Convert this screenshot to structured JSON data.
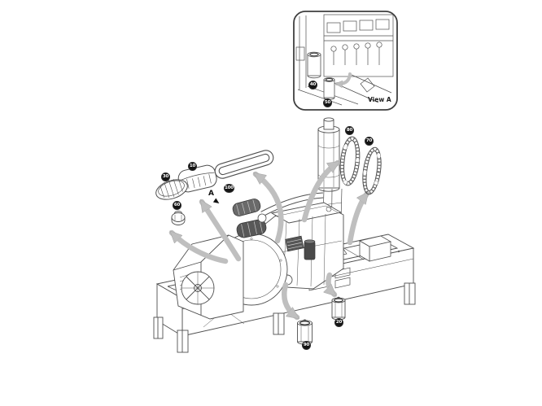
{
  "figure": {
    "background": "#ffffff",
    "line_color": "#4f4f4f",
    "arrow_color": "#bfbfbf",
    "dark_part_color": "#5a5a5a",
    "callout_style": {
      "background": "#141414",
      "text_color": "#ffffff"
    }
  },
  "inset": {
    "label": "View A",
    "callouts": [
      {
        "number": "40"
      },
      {
        "number": "50"
      }
    ]
  },
  "main": {
    "view_marker": {
      "label": "A"
    },
    "callouts": [
      {
        "number": "10"
      },
      {
        "number": "30"
      },
      {
        "number": "60"
      },
      {
        "number": "100"
      },
      {
        "number": "80"
      },
      {
        "number": "70"
      },
      {
        "number": "90"
      },
      {
        "number": "20"
      }
    ]
  }
}
